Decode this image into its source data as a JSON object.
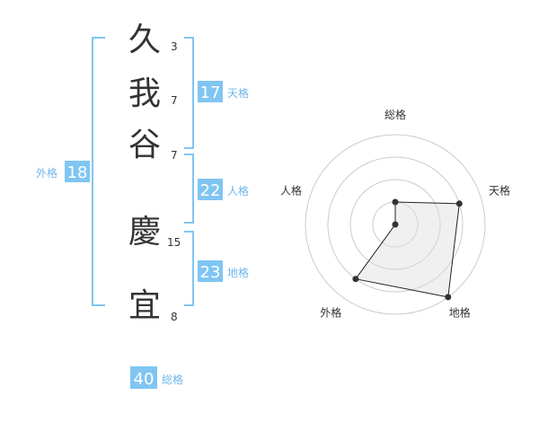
{
  "name": {
    "characters": [
      {
        "char": "久",
        "strokes": "3"
      },
      {
        "char": "我",
        "strokes": "7"
      },
      {
        "char": "谷",
        "strokes": "7"
      },
      {
        "char": "慶",
        "strokes": "15"
      },
      {
        "char": "宜",
        "strokes": "8"
      }
    ]
  },
  "scores": {
    "tenkaku": {
      "value": "17",
      "label": "天格"
    },
    "jinkaku": {
      "value": "22",
      "label": "人格"
    },
    "chikaku": {
      "value": "23",
      "label": "地格"
    },
    "gaikaku": {
      "value": "18",
      "label": "外格"
    },
    "soukaku": {
      "value": "40",
      "label": "総格"
    }
  },
  "chart_data": {
    "type": "radar",
    "axes": [
      "総格",
      "天格",
      "地格",
      "外格",
      "人格"
    ],
    "values": [
      2,
      4,
      5,
      4,
      1
    ],
    "max": 5,
    "rings": 4
  }
}
